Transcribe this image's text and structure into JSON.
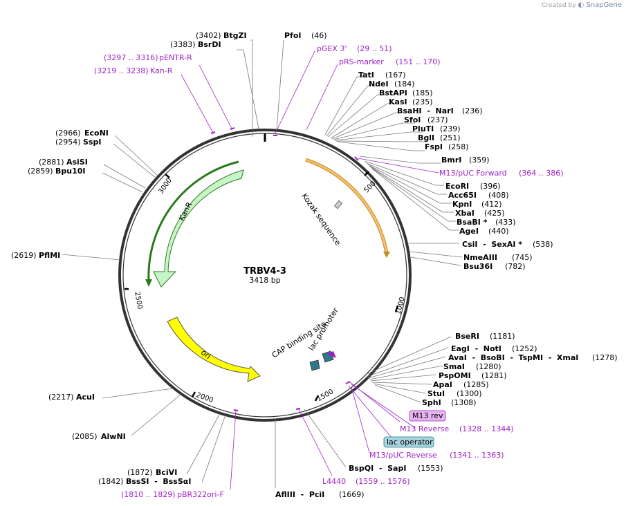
{
  "credit": {
    "prefix": "Created by",
    "brand": "SnapGene"
  },
  "plasmid": {
    "name": "TRBV4-3",
    "size": "3418 bp"
  },
  "ticks": [
    "500",
    "1000",
    "1500",
    "2000",
    "2500",
    "3000"
  ],
  "features": {
    "kanr": "KanR",
    "ori": "ori",
    "kozak": "Kozak sequence",
    "cap": "CAP binding site",
    "lac": "lac promoter"
  },
  "right_sites": [
    {
      "name": "PfoI",
      "pos": "(46)"
    },
    {
      "name": "TatI",
      "pos": "(167)"
    },
    {
      "name": "NdeI",
      "pos": "(184)"
    },
    {
      "name": "BstAPI",
      "pos": "(185)"
    },
    {
      "name": "KasI",
      "pos": "(235)"
    },
    {
      "name": "BsaHI  -  NarI",
      "pos": "(236)"
    },
    {
      "name": "SfoI",
      "pos": "(237)"
    },
    {
      "name": "PluTI",
      "pos": "(239)"
    },
    {
      "name": "BglI",
      "pos": "(251)"
    },
    {
      "name": "FspI",
      "pos": "(258)"
    },
    {
      "name": "BmrI",
      "pos": "(359)"
    },
    {
      "name": "EcoRI",
      "pos": "(396)"
    },
    {
      "name": "Acc65I",
      "pos": "(408)"
    },
    {
      "name": "KpnI",
      "pos": "(412)"
    },
    {
      "name": "XbaI",
      "pos": "(425)"
    },
    {
      "name": "BsaBI *",
      "pos": "(433)"
    },
    {
      "name": "AgeI",
      "pos": "(440)"
    },
    {
      "name": "CsiI  -  SexAI *",
      "pos": "(538)"
    },
    {
      "name": "NmeAIII",
      "pos": "(745)"
    },
    {
      "name": "Bsu36I",
      "pos": "(782)"
    },
    {
      "name": "BseRI",
      "pos": "(1181)"
    },
    {
      "name": "EagI  -  NotI",
      "pos": "(1252)"
    },
    {
      "name": "AvaI  -  BsoBI  -  TspMI  -  XmaI",
      "pos": "(1278)"
    },
    {
      "name": "SmaI",
      "pos": "(1280)"
    },
    {
      "name": "PspOMI",
      "pos": "(1281)"
    },
    {
      "name": "ApaI",
      "pos": "(1285)"
    },
    {
      "name": "StuI",
      "pos": "(1300)"
    },
    {
      "name": "SphI",
      "pos": "(1308)"
    },
    {
      "name": "BspQI  -  SapI",
      "pos": "(1553)"
    },
    {
      "name": "AflIII  -  PciI",
      "pos": "(1669)"
    }
  ],
  "left_sites": [
    {
      "name": "BtgZI",
      "pos": "(3402)"
    },
    {
      "name": "BsrDI",
      "pos": "(3383)"
    },
    {
      "name": "EcoNI",
      "pos": "(2966)"
    },
    {
      "name": "SspI",
      "pos": "(2954)"
    },
    {
      "name": "AsiSI",
      "pos": "(2881)"
    },
    {
      "name": "Bpu10I",
      "pos": "(2859)"
    },
    {
      "name": "PflMI",
      "pos": "(2619)"
    },
    {
      "name": "AcuI",
      "pos": "(2217)"
    },
    {
      "name": "AlwNI",
      "pos": "(2085)"
    },
    {
      "name": "BciVI",
      "pos": "(1872)"
    },
    {
      "name": "BssSI  -  BssSαI",
      "pos": "(1842)"
    }
  ],
  "primers": [
    {
      "name": "pGEX 3'",
      "range": "(29 .. 51)"
    },
    {
      "name": "pRS-marker",
      "range": "(151 .. 170)"
    },
    {
      "name": "M13/pUC Forward",
      "range": "(364 .. 386)"
    },
    {
      "name": "M13 Reverse",
      "range": "(1328 .. 1344)"
    },
    {
      "name": "M13/pUC Reverse",
      "range": "(1341 .. 1363)"
    },
    {
      "name": "L4440",
      "range": "(1559 .. 1576)"
    },
    {
      "name": "pBR322ori-F",
      "range": "(1810 .. 1829)"
    },
    {
      "name": "pENTR-R",
      "range": "(3297 .. 3316)"
    },
    {
      "name": "Kan-R",
      "range": "(3219 .. 3238)"
    }
  ],
  "boxes": {
    "m13rev": "M13 rev",
    "lacop": "lac operator"
  },
  "colors": {
    "primer": "#a020c8",
    "kanr_fill": "#c8f5c8",
    "ori_fill": "#ffff00",
    "kozak_fill": "#f5c070",
    "m13rev_box": "#e8b4f0",
    "lacop_box": "#a8d4e0"
  }
}
